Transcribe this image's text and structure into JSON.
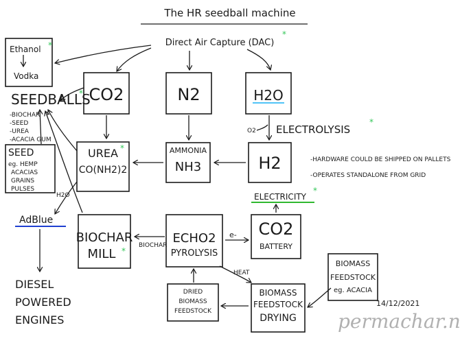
{
  "title": "The HR seedball machine",
  "dac": "Direct Air Capture (DAC)",
  "star": "*",
  "ethanol": "Ethanol",
  "vodka": "Vodka",
  "co2": "CO2",
  "n2": "N2",
  "h2o": "H2O",
  "seedballs": "SEEDBALLS",
  "seedballs_list": [
    "-BIOCHAR",
    "-SEED",
    "-UREA",
    "-ACACIA GUM"
  ],
  "o2": "O2",
  "electrolysis": "ELECTROLYSIS",
  "ammonia": "AMMONIA",
  "nh3": "NH3",
  "urea": "UREA",
  "urea_formula": "CO(NH2)2",
  "h2": "H2",
  "seed_title": "SEED",
  "seed_lines": [
    "eg. HEMP",
    "ACACIAS",
    "GRAINS",
    "PULSES"
  ],
  "notes": [
    "-HARDWARE COULD BE SHIPPED ON PALLETS",
    "-OPERATES STANDALONE FROM GRID"
  ],
  "h2o_small": "H2O",
  "adblue": "AdBlue",
  "electricity": "ELECTRICITY",
  "biochar_mill": [
    "BIOCHAR",
    "MILL"
  ],
  "biochar_label": "BIOCHAR",
  "echo2": "ECHO2",
  "pyrolysis": "PYROLYSIS",
  "electron": "e-",
  "co2_battery": [
    "CO2",
    "BATTERY"
  ],
  "heat": "HEAT",
  "biomass_feedstock_box": [
    "BIOMASS",
    "FEEDSTOCK",
    "eg. ACACIA"
  ],
  "dried_feedstock": [
    "DRIED",
    "BIOMASS",
    "FEEDSTOCK"
  ],
  "drying_box": [
    "BIOMASS",
    "FEEDSTOCK",
    "DRYING"
  ],
  "diesel": [
    "DIESEL",
    "POWERED",
    "ENGINES"
  ],
  "date": "14/12/2021",
  "signature": "permachar.net",
  "colors": {
    "star_green": "#34c759",
    "h2o_underline": "#4fc3f7",
    "adblue_underline": "#1e3fd1",
    "electricity_underline": "#2fb82f"
  }
}
